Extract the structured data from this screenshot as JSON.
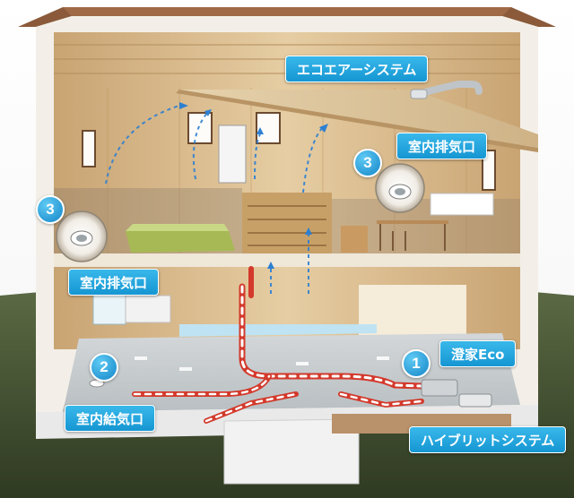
{
  "labels": {
    "eco_air_system": "エコエアーシステム",
    "exhaust_upper_right": "室内排気口",
    "exhaust_left": "室内排気口",
    "supply_vent": "室内給気口",
    "sumika_eco": "澄家Eco",
    "hybrid_system": "ハイブリットシステム"
  },
  "badges": {
    "exhaust_right": "3",
    "exhaust_left": "3",
    "supply": "2",
    "unit": "1"
  },
  "colors": {
    "label_blue": "#1b9ad8",
    "wood": "#d9b98c",
    "roof": "#8b5a3a",
    "foundation": "#e9e9ea",
    "floor_blue": "#bfe3f2",
    "duct_red": "#d33a2c",
    "grass": "#4a5a36"
  }
}
